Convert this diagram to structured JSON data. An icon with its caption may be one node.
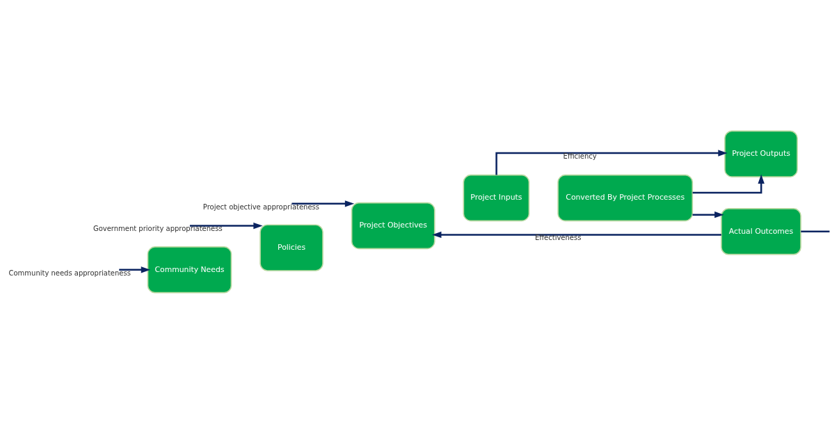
{
  "diagram": {
    "nodes": [
      {
        "text": [
          "Community Needs"
        ]
      },
      {
        "text": [
          "Policies"
        ]
      },
      {
        "text": [
          "Project Objectives"
        ]
      },
      {
        "text": [
          "Project Inputs"
        ]
      },
      {
        "text": [
          "Converted By Project Processes"
        ]
      },
      {
        "text": [
          "Project Outputs"
        ]
      },
      {
        "text": [
          "Actual Outcomes"
        ]
      }
    ],
    "edges": [
      {
        "from": null,
        "to": 0,
        "arrow": "to",
        "label": "Community needs appropriateness"
      },
      {
        "from": null,
        "to": 1,
        "arrow": "to",
        "label": "Government priority appropriateness"
      },
      {
        "from": null,
        "to": 2,
        "arrow": "to",
        "label": "Project objective appropriateness"
      },
      {
        "from": 3,
        "to": 5,
        "arrow": "to",
        "label": "Efficiency"
      },
      {
        "from": 4,
        "to": 5,
        "arrow": "to"
      },
      {
        "from": 4,
        "to": 6,
        "arrow": "to"
      },
      {
        "from": 6,
        "to": 2,
        "arrow": "to",
        "label": "Effectiveness"
      },
      {
        "from": 6,
        "to": null,
        "arrow": "none"
      }
    ]
  }
}
